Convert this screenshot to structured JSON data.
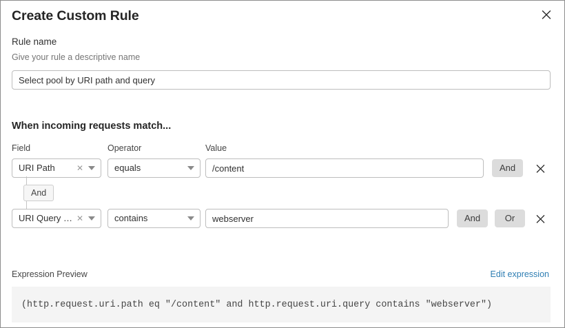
{
  "dialog": {
    "title": "Create Custom Rule",
    "close_icon": "close-icon"
  },
  "rule_name": {
    "label": "Rule name",
    "help_text": "Give your rule a descriptive name",
    "value": "Select pool by URI path and query",
    "placeholder": ""
  },
  "match_section": {
    "heading": "When incoming requests match...",
    "columns": {
      "field": "Field",
      "operator": "Operator",
      "value": "Value"
    },
    "rows": [
      {
        "field": "URI Path",
        "operator": "equals",
        "value": "/content",
        "buttons": [
          "And"
        ]
      },
      {
        "field": "URI Query St...",
        "operator": "contains",
        "value": "webserver",
        "buttons": [
          "And",
          "Or"
        ]
      }
    ],
    "connector": "And"
  },
  "expression_preview": {
    "label": "Expression Preview",
    "edit_link": "Edit expression",
    "expression": "(http.request.uri.path eq \"/content\" and http.request.uri.query contains \"webserver\")"
  },
  "colors": {
    "accent_link": "#2f7eb3",
    "button_bg": "#dcdcdc",
    "code_bg": "#f4f4f4",
    "border": "#bdbdbd"
  }
}
